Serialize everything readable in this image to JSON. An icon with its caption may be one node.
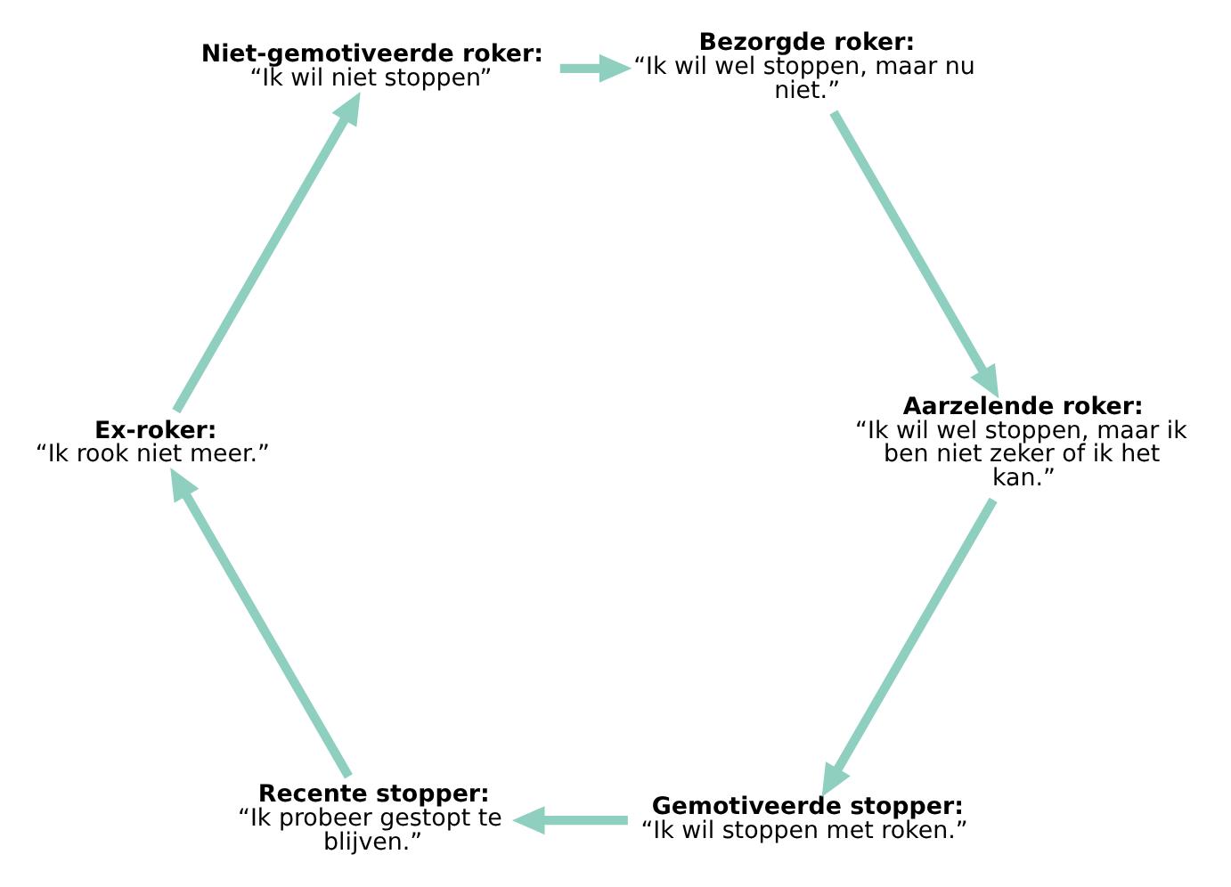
{
  "diagram": {
    "nodes": [
      {
        "text": [
          "Gemotiveerde stopper:",
          "“Ik wil stoppen met roken.”"
        ]
      },
      {
        "text": [
          "Aarzelende roker:",
          "“Ik wil wel stoppen, maar ik ben niet zeker of ik het kan.”"
        ]
      },
      {
        "text": [
          "Recente stopper:",
          "“Ik probeer gestopt te blijven.”"
        ]
      },
      {
        "text": [
          "Bezorgde roker:",
          "“Ik wil wel stoppen, maar nu niet.”"
        ]
      },
      {
        "text": [
          "Ex-roker:",
          "“Ik rook niet meer.”"
        ]
      },
      {
        "text": [
          "Niet-gemotiveerde roker:",
          "“Ik wil niet stoppen”"
        ]
      }
    ],
    "edges": [
      {
        "from": 0,
        "to": 2,
        "arrow": "to"
      },
      {
        "from": 2,
        "to": 4,
        "arrow": "to"
      },
      {
        "from": 4,
        "to": 5,
        "arrow": "to"
      },
      {
        "from": 5,
        "to": 3,
        "arrow": "to"
      },
      {
        "from": 3,
        "to": 1,
        "arrow": "to"
      },
      {
        "from": 1,
        "to": 0,
        "arrow": "to"
      }
    ]
  }
}
